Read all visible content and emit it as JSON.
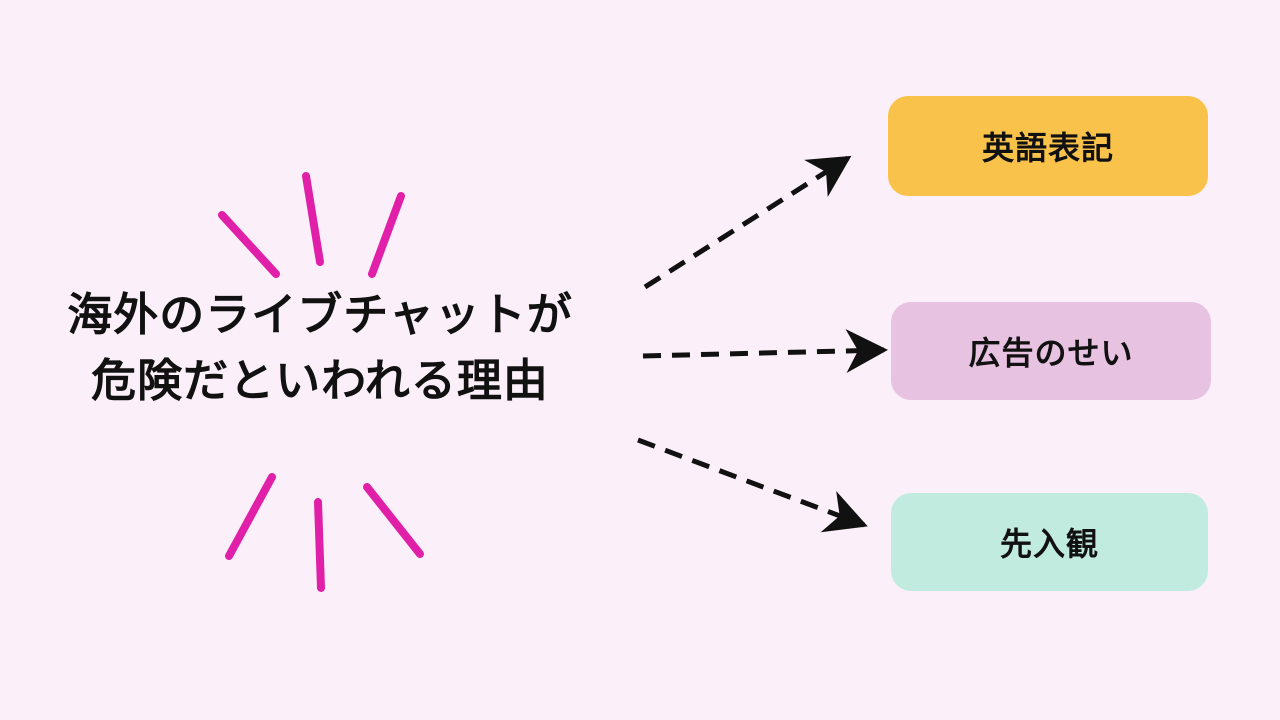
{
  "title": {
    "line1": "海外のライブチャットが",
    "line2": "危険だといわれる理由"
  },
  "reasons": [
    {
      "label": "英語表記",
      "color": "#f9c34b"
    },
    {
      "label": "広告のせい",
      "color": "#e8c2e1"
    },
    {
      "label": "先入観",
      "color": "#c2ebdf"
    }
  ],
  "colors": {
    "background": "#fbf0f9",
    "accent_strokes": "#e020a8",
    "arrows": "#111111"
  }
}
